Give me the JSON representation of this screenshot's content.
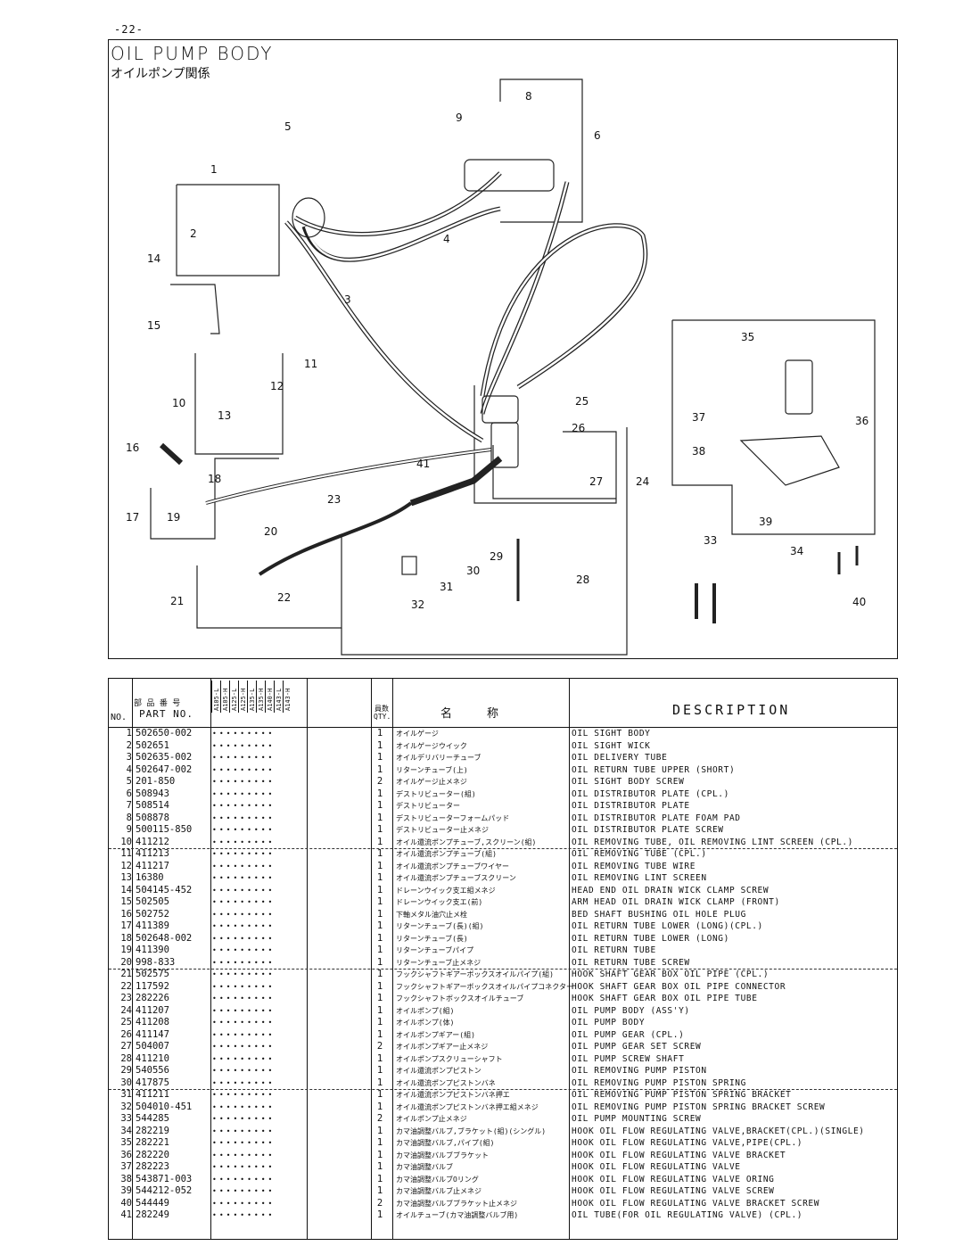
{
  "page_number": "-22-",
  "title_en": "OIL PUMP BODY",
  "title_jp": "オイルポンプ関係",
  "diagram_callouts": [
    "1",
    "2",
    "3",
    "4",
    "5",
    "6",
    "8",
    "9",
    "10",
    "11",
    "12",
    "13",
    "14",
    "15",
    "16",
    "17",
    "18",
    "19",
    "20",
    "21",
    "22",
    "23",
    "24",
    "25",
    "26",
    "27",
    "28",
    "29",
    "30",
    "31",
    "32",
    "33",
    "34",
    "35",
    "36",
    "37",
    "38",
    "39",
    "40",
    "41"
  ],
  "table": {
    "header": {
      "no": "NO.",
      "part_no_jp": "部 品 番 号",
      "part_no": "PART NO.",
      "qty_jp": "員数",
      "qty": "QTY.",
      "name_jp": "名　　　称",
      "description": "DESCRIPTION",
      "models": [
        "A105-L",
        "A105-H",
        "A125-L",
        "A125-H",
        "A135-L",
        "A135-H",
        "A140-H",
        "A143-L",
        "A143-H"
      ]
    },
    "rows": [
      {
        "no": "1",
        "part": "502650-002",
        "qty": "1",
        "jp": "オイルゲージ",
        "desc": "OIL SIGHT BODY"
      },
      {
        "no": "2",
        "part": "502651",
        "qty": "1",
        "jp": "オイルゲージウイック",
        "desc": "OIL SIGHT WICK"
      },
      {
        "no": "3",
        "part": "502635-002",
        "qty": "1",
        "jp": "オイルデリバリーチューブ",
        "desc": "OIL DELIVERY TUBE"
      },
      {
        "no": "4",
        "part": "502647-002",
        "qty": "1",
        "jp": "リターンチューブ(上)",
        "desc": "OIL RETURN TUBE UPPER (SHORT)"
      },
      {
        "no": "5",
        "part": "201-850",
        "qty": "2",
        "jp": "オイルゲージ止メネジ",
        "desc": "OIL SIGHT BODY SCREW"
      },
      {
        "no": "6",
        "part": "508943",
        "qty": "1",
        "jp": "デストリビューター(組)",
        "desc": "OIL DISTRIBUTOR PLATE (CPL.)"
      },
      {
        "no": "7",
        "part": "508514",
        "qty": "1",
        "jp": "デストリビューター",
        "desc": "OIL DISTRIBUTOR PLATE"
      },
      {
        "no": "8",
        "part": "508878",
        "qty": "1",
        "jp": "デストリビューターフォームパッド",
        "desc": "OIL DISTRIBUTOR PLATE FOAM PAD"
      },
      {
        "no": "9",
        "part": "500115-850",
        "qty": "1",
        "jp": "デストリビューター止メネジ",
        "desc": "OIL DISTRIBUTOR PLATE SCREW"
      },
      {
        "no": "10",
        "part": "411212",
        "qty": "1",
        "jp": "オイル還流ポンプチューブ,スクリーン(組)",
        "desc": "OIL REMOVING TUBE, OIL REMOVING LINT SCREEN (CPL.)"
      },
      {
        "no": "11",
        "part": "411213",
        "qty": "1",
        "jp": "オイル還流ポンプチューブ(組)",
        "desc": "OIL REMOVING TUBE (CPL.)"
      },
      {
        "no": "12",
        "part": "411217",
        "qty": "1",
        "jp": "オイル還流ポンプチューブワイヤー",
        "desc": "OIL REMOVING TUBE WIRE"
      },
      {
        "no": "13",
        "part": "16380",
        "qty": "1",
        "jp": "オイル還流ポンプチューブスクリーン",
        "desc": "OIL REMOVING LINT SCREEN"
      },
      {
        "no": "14",
        "part": "504145-452",
        "qty": "1",
        "jp": "ドレーンウイック支エ組メネジ",
        "desc": "HEAD END OIL DRAIN WICK CLAMP SCREW"
      },
      {
        "no": "15",
        "part": "502505",
        "qty": "1",
        "jp": "ドレーンウイック支エ(前)",
        "desc": "ARM HEAD OIL DRAIN WICK CLAMP (FRONT)"
      },
      {
        "no": "16",
        "part": "502752",
        "qty": "1",
        "jp": "下軸メタル油穴止メ栓",
        "desc": "BED SHAFT BUSHING OIL HOLE PLUG"
      },
      {
        "no": "17",
        "part": "411389",
        "qty": "1",
        "jp": "リターンチューブ(長)(組)",
        "desc": "OIL RETURN TUBE LOWER (LONG)(CPL.)"
      },
      {
        "no": "18",
        "part": "502648-002",
        "qty": "1",
        "jp": "リターンチューブ(長)",
        "desc": "OIL RETURN TUBE LOWER (LONG)"
      },
      {
        "no": "19",
        "part": "411390",
        "qty": "1",
        "jp": "リターンチューブパイプ",
        "desc": "OIL RETURN TUBE"
      },
      {
        "no": "20",
        "part": "998-833",
        "qty": "1",
        "jp": "リターンチューブ止メネジ",
        "desc": "OIL RETURN TUBE SCREW"
      },
      {
        "no": "21",
        "part": "502575",
        "qty": "1",
        "jp": "フックシャフトギアーボックスオイルパイプ(組)",
        "desc": "HOOK SHAFT GEAR BOX OIL PIPE (CPL.)"
      },
      {
        "no": "22",
        "part": "117592",
        "qty": "1",
        "jp": "フックシャフトギアーボックスオイルパイプコネクター",
        "desc": "HOOK SHAFT GEAR BOX OIL PIPE CONNECTOR"
      },
      {
        "no": "23",
        "part": "282226",
        "qty": "1",
        "jp": "フックシャフトボックスオイルチューブ",
        "desc": "HOOK SHAFT GEAR BOX OIL PIPE TUBE"
      },
      {
        "no": "24",
        "part": "411207",
        "qty": "1",
        "jp": "オイルポンプ(組)",
        "desc": "OIL PUMP BODY (ASS'Y)"
      },
      {
        "no": "25",
        "part": "411208",
        "qty": "1",
        "jp": "オイルポンプ(体)",
        "desc": "OIL PUMP BODY"
      },
      {
        "no": "26",
        "part": "411147",
        "qty": "1",
        "jp": "オイルポンプギアー(組)",
        "desc": "OIL PUMP GEAR (CPL.)"
      },
      {
        "no": "27",
        "part": "504007",
        "qty": "2",
        "jp": "オイルポンプギアー止メネジ",
        "desc": "OIL PUMP GEAR SET SCREW"
      },
      {
        "no": "28",
        "part": "411210",
        "qty": "1",
        "jp": "オイルポンプスクリューシャフト",
        "desc": "OIL PUMP SCREW SHAFT"
      },
      {
        "no": "29",
        "part": "540556",
        "qty": "1",
        "jp": "オイル還流ポンプピストン",
        "desc": "OIL REMOVING PUMP PISTON"
      },
      {
        "no": "30",
        "part": "417875",
        "qty": "1",
        "jp": "オイル還流ポンプピストンバネ",
        "desc": "OIL REMOVING PUMP PISTON SPRING"
      },
      {
        "no": "31",
        "part": "411211",
        "qty": "1",
        "jp": "オイル還流ポンプピストンバネ押エ",
        "desc": "OIL REMOVING PUMP PISTON SPRING BRACKET"
      },
      {
        "no": "32",
        "part": "504010-451",
        "qty": "1",
        "jp": "オイル還流ポンプピストンバネ押エ組メネジ",
        "desc": "OIL REMOVING PUMP PISTON SPRING BRACKET SCREW"
      },
      {
        "no": "33",
        "part": "544285",
        "qty": "2",
        "jp": "オイルポンプ止メネジ",
        "desc": "OIL PUMP MOUNTING SCREW"
      },
      {
        "no": "34",
        "part": "282219",
        "qty": "1",
        "jp": "カマ油調整バルブ,ブラケット(組)(シングル)",
        "desc": "HOOK OIL FLOW REGULATING VALVE,BRACKET(CPL.)(SINGLE)"
      },
      {
        "no": "35",
        "part": "282221",
        "qty": "1",
        "jp": "カマ油調整バルブ,パイプ(組)",
        "desc": "HOOK OIL FLOW REGULATING VALVE,PIPE(CPL.)"
      },
      {
        "no": "36",
        "part": "282220",
        "qty": "1",
        "jp": "カマ油調整バルブブラケット",
        "desc": "HOOK OIL FLOW REGULATING VALVE BRACKET"
      },
      {
        "no": "37",
        "part": "282223",
        "qty": "1",
        "jp": "カマ油調整バルブ",
        "desc": "HOOK OIL FLOW REGULATING VALVE"
      },
      {
        "no": "38",
        "part": "543871-003",
        "qty": "1",
        "jp": "カマ油調整バルブOリング",
        "desc": "HOOK OIL FLOW REGULATING VALVE ORING"
      },
      {
        "no": "39",
        "part": "544212-052",
        "qty": "1",
        "jp": "カマ油調整バルブ止メネジ",
        "desc": "HOOK OIL FLOW REGULATING VALVE SCREW"
      },
      {
        "no": "40",
        "part": "544449",
        "qty": "2",
        "jp": "カマ油調整バルブブラケット止メネジ",
        "desc": "HOOK OIL FLOW REGULATING VALVE BRACKET SCREW"
      },
      {
        "no": "41",
        "part": "282249",
        "qty": "1",
        "jp": "オイルチューブ(カマ油調整バルブ用)",
        "desc": "OIL TUBE(FOR OIL REGULATING VALVE) (CPL.)"
      }
    ]
  }
}
